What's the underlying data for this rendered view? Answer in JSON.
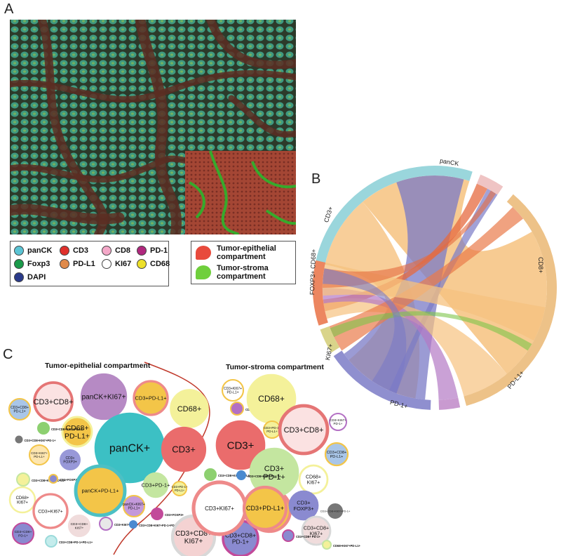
{
  "panels": {
    "a": "A",
    "b": "B",
    "c": "C"
  },
  "colors": {
    "tissue_bg": "#2e3b2a",
    "cells": "#3f9a80",
    "stroma": "#5c2d22",
    "overlay": "#a64a3a",
    "stroma_mask": "#2bb52b"
  },
  "legend_markers": [
    {
      "label": "panCK",
      "color": "#5bc4d4"
    },
    {
      "label": "CD3",
      "color": "#e0302c"
    },
    {
      "label": "CD8",
      "color": "#f4a8c8"
    },
    {
      "label": "PD-1",
      "color": "#b0287e"
    },
    {
      "label": "Foxp3",
      "color": "#1a9a4a"
    },
    {
      "label": "PD-L1",
      "color": "#e08a4a"
    },
    {
      "label": "KI67",
      "color": "#ffffff"
    },
    {
      "label": "CD68",
      "color": "#ede02a"
    },
    {
      "label": "DAPI",
      "color": "#2a3a8a"
    }
  ],
  "legend_compartments": [
    {
      "line1": "Tumor-epithelial",
      "line2": "compartment",
      "color": "#e84a3c"
    },
    {
      "line1": "Tumor-stroma",
      "line2": "compartment",
      "color": "#6fcf3c"
    }
  ],
  "chord": {
    "sectors": [
      {
        "label": "panCK",
        "color": "#9ad6dc"
      },
      {
        "label": "CD8+",
        "color": "#efc4c4"
      },
      {
        "label": "PD-L1+",
        "color": "#edc288"
      },
      {
        "label": "PD-1+",
        "color": "#c99ad0"
      },
      {
        "label": "KI67+",
        "color": "#8f8fcf"
      },
      {
        "label": "FOXP3+ CD68+",
        "color": "#d9d48a"
      },
      {
        "label": "CD3+",
        "color": "#ec8660"
      }
    ]
  },
  "section_titles": {
    "epithelial": "Tumor-epithelial compartment",
    "stroma": "Tumor-stroma compartment"
  },
  "bubbles": [
    {
      "label": "CD3+CD8+",
      "fill": "#fbe2e2",
      "stroke": "#e57575"
    },
    {
      "label": "panCK+KI67+",
      "fill": "#b68ac4",
      "stroke": "#b68ac4"
    },
    {
      "label": "CD3+PD-L1+",
      "fill": "#f3c548",
      "stroke": "#ee8a8a"
    },
    {
      "label": "CD68+",
      "fill": "#f4f19a",
      "stroke": "#f4f19a"
    },
    {
      "label": "CD3+CD8+ PD-L1+",
      "fill": "#a9c6e8",
      "stroke": "#f3c548"
    },
    {
      "label": "CD68+ PD-L1+",
      "fill": "#f3c548",
      "stroke": "#f4f19a"
    },
    {
      "label": "CD3+CD8+KI67+PD-L1+",
      "fill": "#8dd070",
      "stroke": "#8dd070"
    },
    {
      "label": "CD3+CD8+KI67+PD-1+",
      "fill": "#777777",
      "stroke": "#777777"
    },
    {
      "label": "panCK+",
      "fill": "#3cc0c4",
      "stroke": "#3cc0c4"
    },
    {
      "label": "CD3+",
      "fill": "#ea6c6c",
      "stroke": "#ea6c6c"
    },
    {
      "label": "CD3+KI67+ PD-L1+",
      "fill": "#fde6b0",
      "stroke": "#f3c548"
    },
    {
      "label": "CD3+ FOXP3+",
      "fill": "#9898d8",
      "stroke": "#9898d8"
    },
    {
      "label": "CD3+CD8+KI67+ PD-L1+",
      "fill": "#f4f19a",
      "stroke": "#c4e6a0"
    },
    {
      "label": "CD3+FOXP3+PD-L1+",
      "fill": "#8a8ad0",
      "stroke": "#f3c548"
    },
    {
      "label": "CD68+ KI67+",
      "fill": "#ffffff",
      "stroke": "#f4f19a"
    },
    {
      "label": "CD3+KI67+",
      "fill": "#ffffff",
      "stroke": "#ee8a8a"
    },
    {
      "label": "panCK+PD-L1+",
      "fill": "#f3c548",
      "stroke": "#4cc0c4"
    },
    {
      "label": "CD3+PD-1+",
      "fill": "#c4e6a0",
      "stroke": "#c4e6a0"
    },
    {
      "label": "CD3+PD-1+ PD-L1+",
      "fill": "#f4f19a",
      "stroke": "#f3c548"
    },
    {
      "label": "panCK+KI67+ PD-L1+",
      "fill": "#c49adb",
      "stroke": "#f3c548"
    },
    {
      "label": "CD3+CD8+ KI67+",
      "fill": "#f0dcdc",
      "stroke": "#f0dcdc"
    },
    {
      "label": "CD3+KI67+PD-1+",
      "fill": "#e8e8e8",
      "stroke": "#b370c4"
    },
    {
      "label": "CD3+CD8+KI67+PD-1+PD-L1+",
      "fill": "#4a8ad0",
      "stroke": "#4a8ad0"
    },
    {
      "label": "CD3+FOXP3+",
      "fill": "#c24a9a",
      "stroke": "#c24a9a"
    },
    {
      "label": "CD3+CD8+ PD-1+",
      "fill": "#8a8ad0",
      "stroke": "#c24a9a"
    },
    {
      "label": "CD3+CD8+PD-1+PD-L1+",
      "fill": "#c4ecec",
      "stroke": "#9adada"
    },
    {
      "label": "CD3+CD8+ KI67+",
      "fill": "#f4d2d2",
      "stroke": "#d8d8d8"
    },
    {
      "label": "CD3+CD8+ PD-1+",
      "fill": "#8a8ad0",
      "stroke": "#c24a9a"
    },
    {
      "label": "CD68+ PD-L1+",
      "fill": "#f3c548",
      "stroke": "#ee8a8a"
    },
    {
      "label": "CD3+FOXP3+PD-1+",
      "fill": "#b370c4",
      "stroke": "#f3c548"
    },
    {
      "label": "CD68+",
      "fill": "#f4f19a",
      "stroke": "#f4f19a"
    },
    {
      "label": "CD3+KI67+ PD-L1+",
      "fill": "#ffffff",
      "stroke": "#f3c548"
    },
    {
      "label": "CD3+PD-1+ PD-L1+",
      "fill": "#f4f19a",
      "stroke": "#f3c548"
    },
    {
      "label": "CD3+KI67+ PD-1+",
      "fill": "#ffffff",
      "stroke": "#b370c4"
    },
    {
      "label": "CD3+",
      "fill": "#ea6c6c",
      "stroke": "#ea6c6c"
    },
    {
      "label": "CD3+CD8+",
      "fill": "#fbe2e2",
      "stroke": "#e57575"
    },
    {
      "label": "CD3+CD8+KI67+PD-L1+",
      "fill": "#8dd070",
      "stroke": "#8dd070"
    },
    {
      "label": "CD3+ PD-1+",
      "fill": "#c4e6a0",
      "stroke": "#c4e6a0"
    },
    {
      "label": "CD3+CD8+ PD-L1+",
      "fill": "#a9c6e8",
      "stroke": "#f3c548"
    },
    {
      "label": "CD68+ KI67+",
      "fill": "#ffffff",
      "stroke": "#f4f19a"
    },
    {
      "label": "CD3+CD8+KI67+PD-L1+",
      "fill": "#4a8ad0",
      "stroke": "#4a8ad0"
    },
    {
      "label": "CD3+KI67+",
      "fill": "#ffffff",
      "stroke": "#ee8a8a"
    },
    {
      "label": "CD3+PD-L1+",
      "fill": "#f3c548",
      "stroke": "#ee8a8a"
    },
    {
      "label": "CD3+ FOXP3+",
      "fill": "#8a8ad0",
      "stroke": "#8a8ad0"
    },
    {
      "label": "CD3+CD8+KI67+PD-1+",
      "fill": "#777777",
      "stroke": "#777777"
    },
    {
      "label": "CD3+CD8+ KI67+",
      "fill": "#f0dcdc",
      "stroke": "#d8d8d8"
    },
    {
      "label": "CD3+CD8+ PD-1+",
      "fill": "#8a8ad0",
      "stroke": "#c24a9a"
    },
    {
      "label": "CD68+KI67+PD-L1+",
      "fill": "#f4f19a",
      "stroke": "#c4e6a0"
    },
    {
      "label": "CD3+CD8+PD-1+PD-L1+",
      "fill": "#c4ecec",
      "stroke": "#9adada"
    }
  ]
}
